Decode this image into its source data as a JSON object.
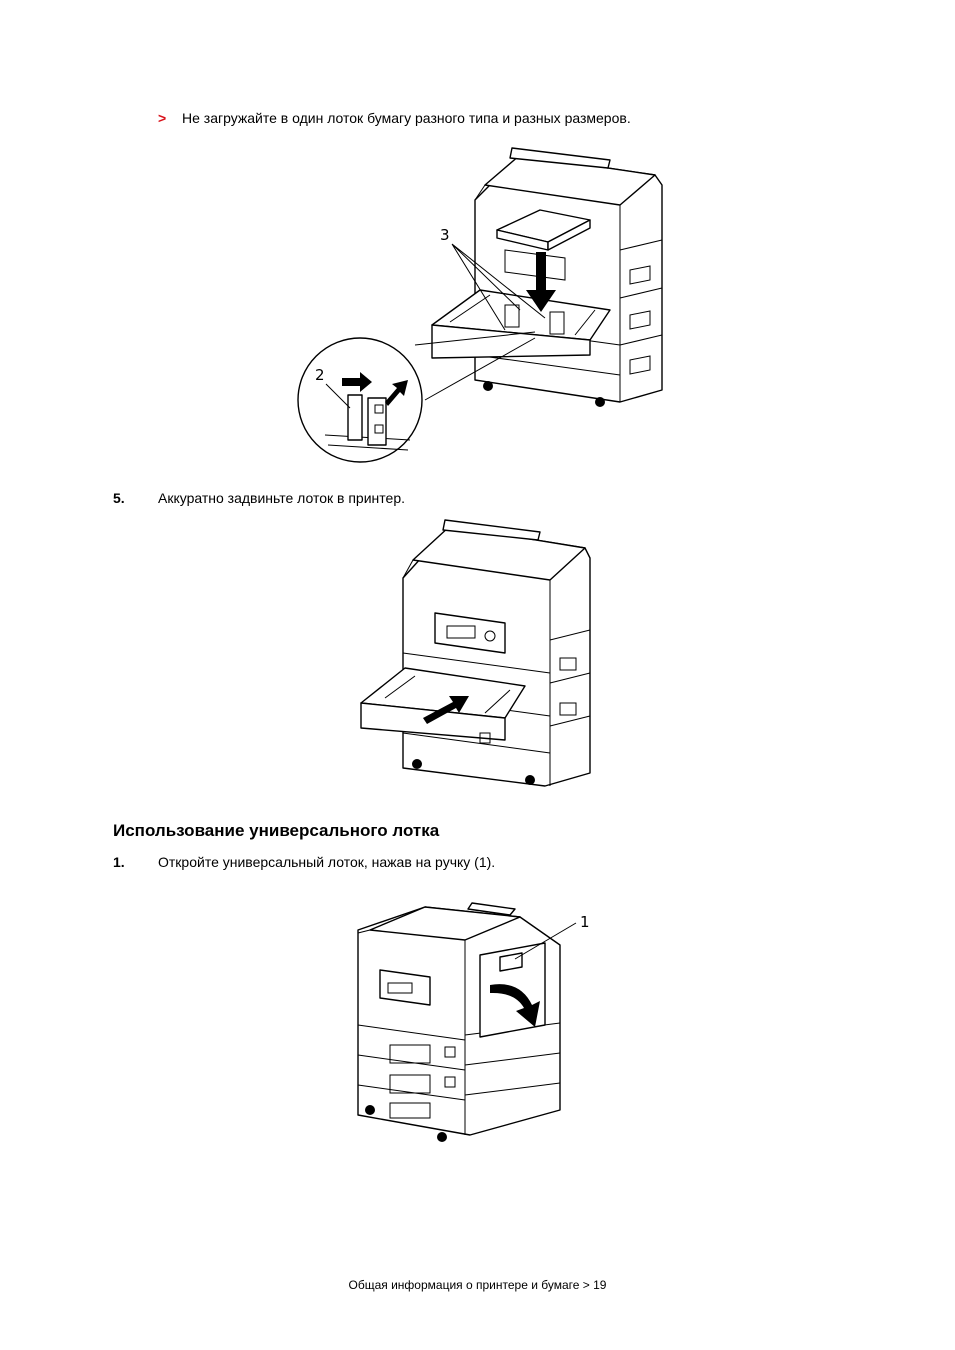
{
  "bullet": {
    "marker": ">",
    "text": "Не загружайте в один лоток бумагу разного типа и разных размеров."
  },
  "figure1": {
    "callouts": [
      "3",
      "2"
    ]
  },
  "step5": {
    "number": "5.",
    "text": "Аккуратно задвиньте лоток в принтер."
  },
  "section": {
    "heading": "Использование универсального лотка",
    "step1": {
      "number": "1.",
      "text": "Откройте универсальный лоток, нажав на ручку (1)."
    }
  },
  "figure3": {
    "callouts": [
      "1"
    ]
  },
  "footer": {
    "text": "Общая информация о принтере и бумаге > 19"
  },
  "colors": {
    "accent": "#d9121b",
    "text": "#000000"
  }
}
